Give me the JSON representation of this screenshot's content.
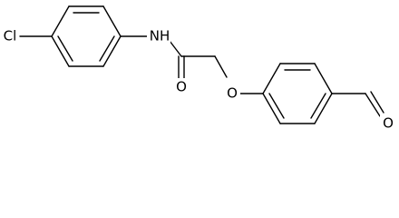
{
  "atoms": {
    "chlorine": "Cl",
    "amide_nitrogen": "NH",
    "amide_oxygen": "O",
    "ether_oxygen": "O",
    "aldehyde_oxygen": "O"
  },
  "colors": {
    "bond": "#000000",
    "text": "#000000",
    "background": "#ffffff"
  }
}
